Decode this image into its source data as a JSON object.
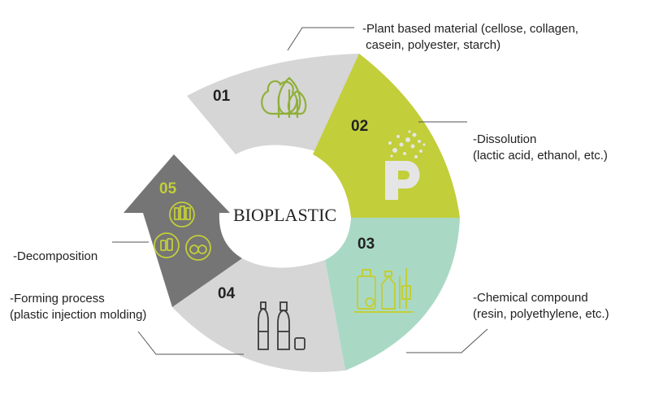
{
  "center_label": "BIOPLASTIC",
  "stages": [
    {
      "number": "01",
      "icon": "trees-icon",
      "color": "#d6d6d6",
      "number_color": "#222222",
      "lines": [
        "-Plant based material (cellose, collagen,",
        " casein, polyester, starch)"
      ]
    },
    {
      "number": "02",
      "icon": "p-bubbles-icon",
      "color": "#c2ce3a",
      "number_color": "#222222",
      "lines": [
        "-Dissolution",
        "(lactic acid, ethanol, etc.)"
      ]
    },
    {
      "number": "03",
      "icon": "lab-equipment-icon",
      "color": "#a9d9c4",
      "number_color": "#222222",
      "lines": [
        "-Chemical compound",
        "(resin, polyethylene, etc.)"
      ]
    },
    {
      "number": "04",
      "icon": "bottles-icon",
      "color": "#d6d6d6",
      "number_color": "#222222",
      "lines": [
        "-Forming process",
        "(plastic injection molding)"
      ]
    },
    {
      "number": "05",
      "icon": "cosmetics-icon",
      "color": "#757575",
      "number_color": "#c2ce3a",
      "lines": [
        "-Decomposition"
      ]
    }
  ]
}
